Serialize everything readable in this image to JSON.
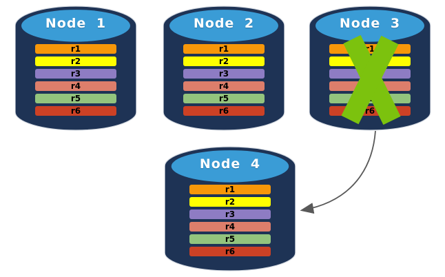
{
  "diagram": {
    "description_note": "",
    "connections": [
      {
        "from": "Node 3",
        "to": "Node 4"
      }
    ]
  },
  "palette": {
    "cylinder_body": "#1E3355",
    "cylinder_edge": "#D7DCE3",
    "cylinder_top": "#3A9CD6",
    "cross_green": "#7CC20E",
    "arrow_gray": "#595959",
    "title_text": "#FFFFFF",
    "row_text": "#000000"
  },
  "nodes": [
    {
      "title": "Node 1",
      "crossed_out": false,
      "rows": [
        {
          "label": "r1",
          "color": "#F79709"
        },
        {
          "label": "r2",
          "color": "#FFFF00"
        },
        {
          "label": "r3",
          "color": "#8E7CC3"
        },
        {
          "label": "r4",
          "color": "#DD7E6B"
        },
        {
          "label": "r5",
          "color": "#93C47D"
        },
        {
          "label": "r6",
          "color": "#CC4125"
        }
      ]
    },
    {
      "title": "Node 2",
      "crossed_out": false,
      "rows": [
        {
          "label": "r1",
          "color": "#F79709"
        },
        {
          "label": "r2",
          "color": "#FFFF00"
        },
        {
          "label": "r3",
          "color": "#8E7CC3"
        },
        {
          "label": "r4",
          "color": "#DD7E6B"
        },
        {
          "label": "r5",
          "color": "#93C47D"
        },
        {
          "label": "r6",
          "color": "#CC4125"
        }
      ]
    },
    {
      "title": "Node 3",
      "crossed_out": true,
      "rows": [
        {
          "label": "r1",
          "color": "#F79709"
        },
        {
          "label": "r2",
          "color": "#FFFF00"
        },
        {
          "label": "r3",
          "color": "#8E7CC3"
        },
        {
          "label": "r4",
          "color": "#DD7E6B"
        },
        {
          "label": "r5",
          "color": "#93C47D"
        },
        {
          "label": "r6",
          "color": "#CC4125"
        }
      ]
    },
    {
      "title": "Node 4",
      "crossed_out": false,
      "rows": [
        {
          "label": "r1",
          "color": "#F79709"
        },
        {
          "label": "r2",
          "color": "#FFFF00"
        },
        {
          "label": "r3",
          "color": "#8E7CC3"
        },
        {
          "label": "r4",
          "color": "#DD7E6B"
        },
        {
          "label": "r5",
          "color": "#93C47D"
        },
        {
          "label": "r6",
          "color": "#CC4125"
        }
      ]
    }
  ]
}
